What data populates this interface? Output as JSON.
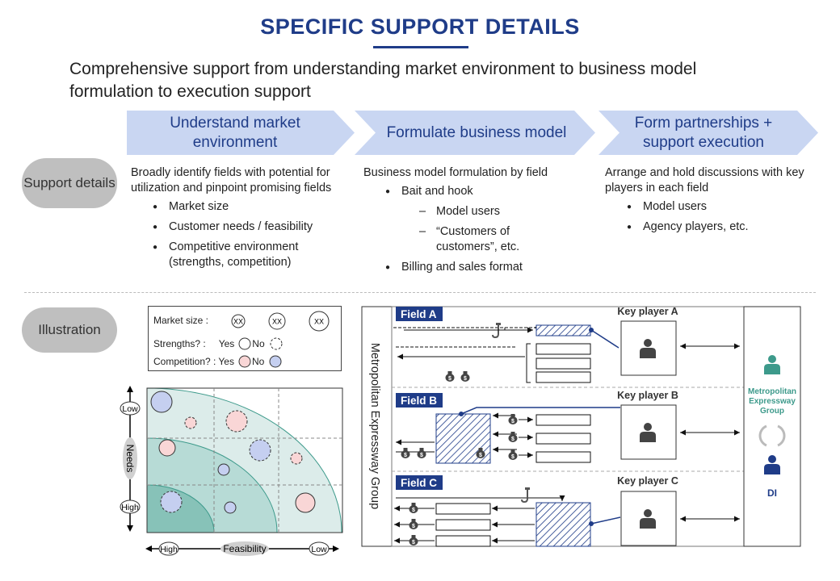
{
  "header": {
    "title": "SPECIFIC SUPPORT DETAILS",
    "subtitle": "Comprehensive support from understanding market environment to business model formulation to execution support"
  },
  "steps": [
    {
      "label": "Understand market environment"
    },
    {
      "label": "Formulate business model"
    },
    {
      "label": "Form partnerships + support execution"
    }
  ],
  "support": {
    "label": "Support details",
    "col1": {
      "intro": "Broadly identify fields with potential for utilization and pinpoint promising fields",
      "bullets": [
        "Market size",
        "Customer needs / feasibility",
        "Competitive environment (strengths, competition)"
      ]
    },
    "col2": {
      "intro": "Business model formulation by field",
      "bullet1": "Bait and hook",
      "sub1": "Model users",
      "sub2": "“Customers of customers”, etc.",
      "bullet2": "Billing and sales format"
    },
    "col3": {
      "intro": "Arrange and hold discussions with key players in each field",
      "bullets": [
        "Model users",
        "Agency players, etc."
      ]
    }
  },
  "illustration": {
    "label": "Illustration",
    "legend": {
      "market_size": "Market size :",
      "sizes": [
        "XX",
        "XX",
        "XX"
      ],
      "strengths": "Strengths? :",
      "competition": "Competition? :",
      "yes": "Yes",
      "no": "No"
    },
    "axes": {
      "y_title": "Needs",
      "y_low": "Low",
      "y_high": "High",
      "x_title": "Feasibility",
      "x_high": "High",
      "x_low": "Low"
    },
    "operator": "Metropolitan Expressway Group",
    "fields": [
      "Field A",
      "Field B",
      "Field C"
    ],
    "key_players": [
      "Key player A",
      "Key player B",
      "Key player C"
    ],
    "partner": {
      "group": "Metropolitan Expressway Group",
      "di": "DI"
    },
    "colors": {
      "navy": "#1f3c88",
      "teal": "#3d9a8b",
      "light_blue": "#c9d6f2",
      "pink": "#f9d6d6",
      "lavender": "#c5cff0"
    }
  }
}
